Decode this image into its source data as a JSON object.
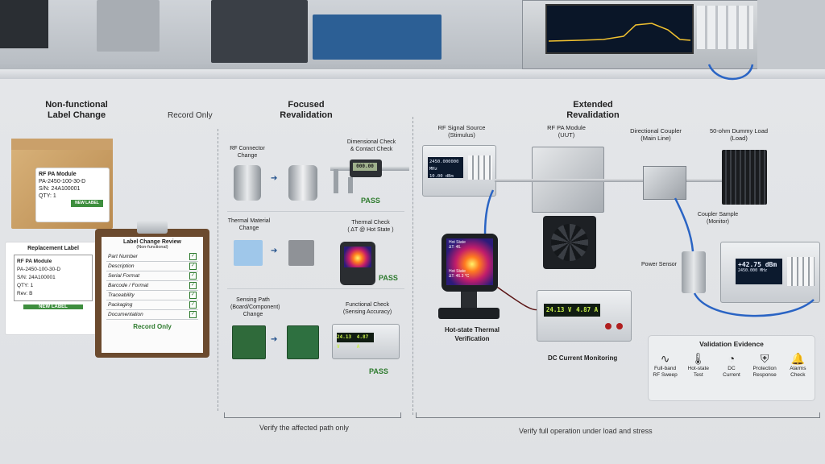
{
  "columns": {
    "nonfunctional": {
      "title_line1": "Non-functional",
      "title_line2": "Label Change",
      "record_only": "Record Only"
    },
    "focused": {
      "title_line1": "Focused",
      "title_line2": "Revalidation",
      "footer": "Verify the affected path only"
    },
    "extended": {
      "title_line1": "Extended",
      "title_line2": "Revalidation",
      "footer": "Verify full operation under load and stress"
    }
  },
  "box_label": {
    "line1": "RF PA Module",
    "line2": "PA-2450-100-30-D",
    "line3": "S/N: 24A100001",
    "line4": "QTY: 1",
    "badge": "NEW LABEL"
  },
  "replacement": {
    "heading": "Replacement Label",
    "line1": "RF PA Module",
    "line2": "PA-2450-100-30-D",
    "line3": "S/N: 24A100001",
    "line4": "QTY: 1",
    "line5": "Rev: B",
    "badge": "NEW LABEL"
  },
  "clipboard": {
    "title": "Label Change Review",
    "subtitle": "(Non-functional)",
    "items": [
      "Part Number",
      "Description",
      "Serial Format",
      "Barcode / Format",
      "Traceability",
      "Packaging",
      "Documentation"
    ],
    "check": "✓",
    "footer": "Record Only"
  },
  "focused_rows": {
    "r1": {
      "change": "RF Connector Change",
      "check_line1": "Dimensional Check",
      "check_line2": "& Contact Check",
      "pass": "PASS",
      "caliper": "000.00"
    },
    "r2": {
      "change": "Thermal Material Change",
      "check_line1": "Thermal Check",
      "check_line2": "( ΔT @ Hot State )",
      "pass": "PASS"
    },
    "r3": {
      "change_line1": "Sensing Path",
      "change_line2": "(Board/Component)",
      "change_line3": "Change",
      "check_line1": "Functional Check",
      "check_line2": "(Sensing Accuracy)",
      "pass": "PASS",
      "volts": "24.13 V",
      "amps": "4.87 A"
    }
  },
  "extended": {
    "source": {
      "line1": "RF Signal Source",
      "line2": "(Stimulus)",
      "freq": "2450.000000 MHz",
      "power": "10.00 dBm"
    },
    "uut": {
      "line1": "RF PA Module",
      "line2": "(UUT)"
    },
    "coupler": {
      "line1": "Directional Coupler",
      "line2": "(Main Line)"
    },
    "load": {
      "line1": "50-ohm Dummy Load",
      "line2": "(Load)"
    },
    "coupler_sample": {
      "line1": "Coupler Sample",
      "line2": "(Monitor)"
    },
    "power_sensor": "Power Sensor",
    "meter": {
      "reading": "+42.75 dBm",
      "freq": "2450.000 MHz"
    },
    "thermal_cam": {
      "line1": "Hot State",
      "line2": "ΔT: 46.",
      "line3": "Hot State",
      "line4": "ΔT: 46.3 °C",
      "label_line1": "Hot-state Thermal",
      "label_line2": "Verification"
    },
    "psu": {
      "volts": "24.13 V",
      "amps": "4.87 A",
      "label": "DC Current Monitoring"
    }
  },
  "evidence": {
    "title": "Validation Evidence",
    "items": [
      {
        "icon": "waveform-icon",
        "glyph": "∿",
        "line1": "Full-band",
        "line2": "RF Sweep"
      },
      {
        "icon": "thermometer-icon",
        "glyph": "🌡",
        "line1": "Hot-state",
        "line2": "Test"
      },
      {
        "icon": "gauge-icon",
        "glyph": "◔",
        "line1": "DC",
        "line2": "Current"
      },
      {
        "icon": "shield-icon",
        "glyph": "⛨",
        "line1": "Protection",
        "line2": "Response"
      },
      {
        "icon": "bell-icon",
        "glyph": "🔔",
        "line1": "Alarms",
        "line2": "Check"
      }
    ]
  }
}
